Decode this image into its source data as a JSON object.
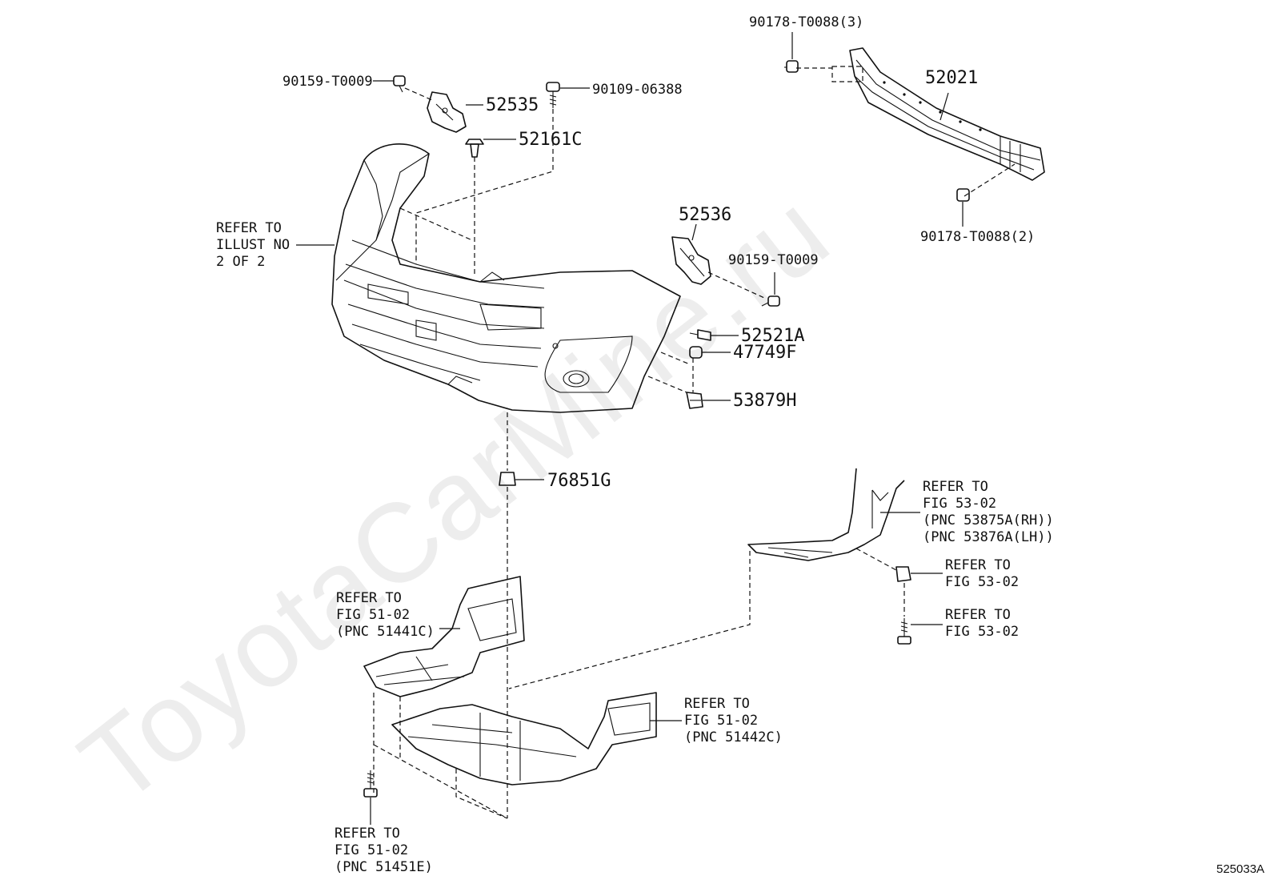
{
  "watermark": "ToyotaCarMine.ru",
  "diagram_code": "525033A",
  "labels": {
    "p90178_top": "90178-T0088(3)",
    "p52021": "52021",
    "p90159_top": "90159-T0009",
    "p52535": "52535",
    "p90109": "90109-06388",
    "p52161C": "52161C",
    "refer_illust_1": "REFER TO",
    "refer_illust_2": "ILLUST NO",
    "refer_illust_3": "2 OF 2",
    "p90178_bottom": "90178-T0088(2)",
    "p52536": "52536",
    "p90159_mid": "90159-T0009",
    "p52521A": "52521A",
    "p47749F": "47749F",
    "p53879H": "53879H",
    "p76851G": "76851G",
    "refer_5302_a_1": "REFER TO",
    "refer_5302_a_2": "FIG 53-02",
    "refer_5302_a_3": "(PNC 53875A(RH))",
    "refer_5302_a_4": "(PNC 53876A(LH))",
    "refer_5302_b_1": "REFER TO",
    "refer_5302_b_2": "FIG 53-02",
    "refer_5302_c_1": "REFER TO",
    "refer_5302_c_2": "FIG 53-02",
    "refer_5102_a_1": "REFER TO",
    "refer_5102_a_2": "FIG 51-02",
    "refer_5102_a_3": "(PNC 51441C)",
    "refer_5102_b_1": "REFER TO",
    "refer_5102_b_2": "FIG 51-02",
    "refer_5102_b_3": "(PNC 51442C)",
    "refer_5102_c_1": "REFER TO",
    "refer_5102_c_2": "FIG 51-02",
    "refer_5102_c_3": "(PNC 51451E)"
  }
}
